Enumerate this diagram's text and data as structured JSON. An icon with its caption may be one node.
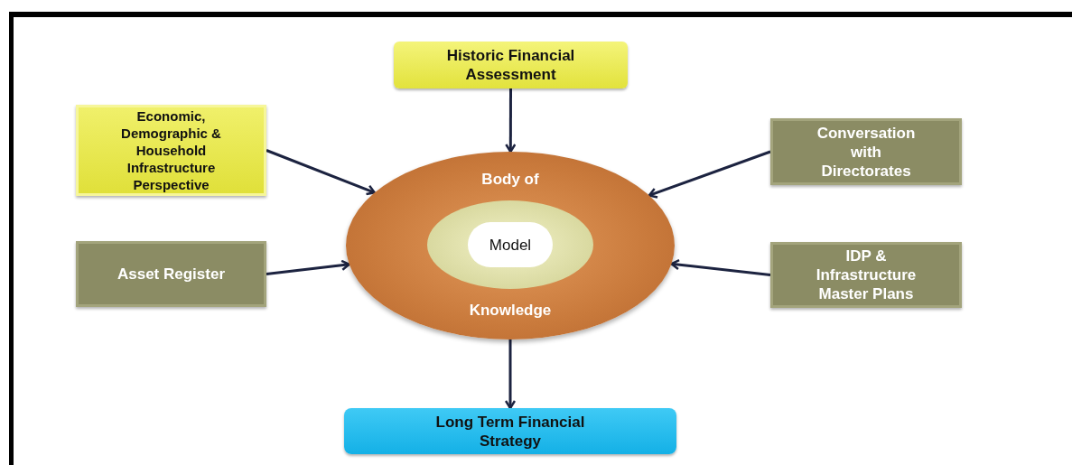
{
  "diagram": {
    "nodes": [
      {
        "text": [
          "Historic Financial Assessment"
        ]
      },
      {
        "text": [
          "Economic, Demographic & Household Infrastructure Perspective"
        ]
      },
      {
        "text": [
          "Conversation with Directorates"
        ]
      },
      {
        "text": [
          "Body of",
          "Knowledge"
        ]
      },
      {
        "text": [
          "Model"
        ],
        "in": 3
      },
      {
        "text": [
          "Asset Register"
        ]
      },
      {
        "text": [
          "IDP & Infrastructure Master Plans"
        ]
      },
      {
        "text": [
          "Long Term Financial Strategy"
        ]
      }
    ],
    "edges": [
      {
        "from": 0,
        "to": 3,
        "arrow": "to"
      },
      {
        "from": 1,
        "to": 3,
        "arrow": "to"
      },
      {
        "from": 2,
        "to": 3,
        "arrow": "to"
      },
      {
        "from": 5,
        "to": 3,
        "arrow": "to"
      },
      {
        "from": 6,
        "to": 3,
        "arrow": "to"
      },
      {
        "from": 3,
        "to": 7,
        "arrow": "to"
      }
    ]
  }
}
